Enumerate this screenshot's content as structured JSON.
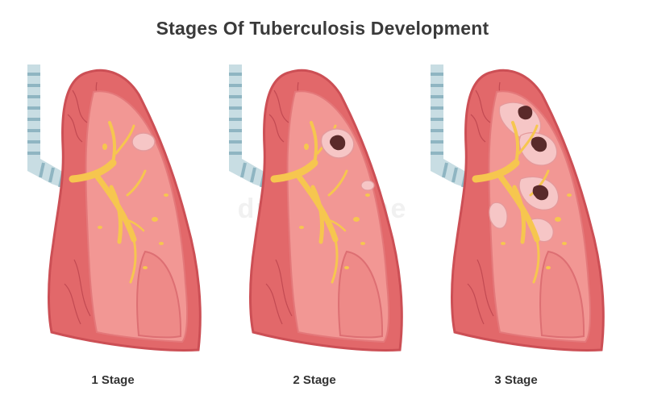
{
  "title": "Stages Of Tuberculosis Development",
  "stages": [
    {
      "label": "1 Stage"
    },
    {
      "label": "2 Stage"
    },
    {
      "label": "3 Stage"
    }
  ],
  "watermark": "dreamstime",
  "colors": {
    "lung_outer": "#e2686a",
    "lung_outline": "#cc4f55",
    "lung_inner": "#f29794",
    "vessel_lines": "#c24a52",
    "bronchi": "#f6c64f",
    "trachea_light": "#c8dde3",
    "trachea_dark": "#8fb5c2",
    "lesion": "#f6c6c6",
    "cavity": "#5a2a2a"
  }
}
